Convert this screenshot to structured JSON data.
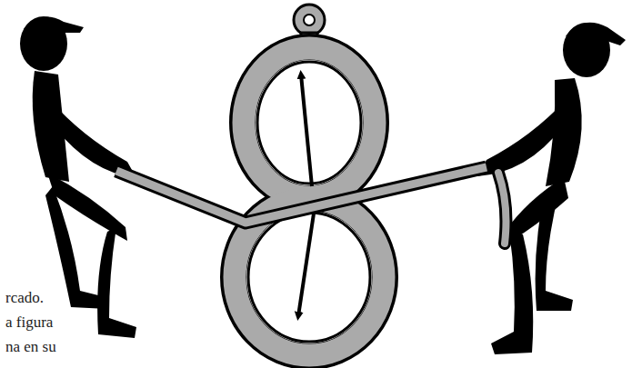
{
  "diagram": {
    "labels": [
      "rcado.",
      "a figura",
      "na en su"
    ]
  }
}
